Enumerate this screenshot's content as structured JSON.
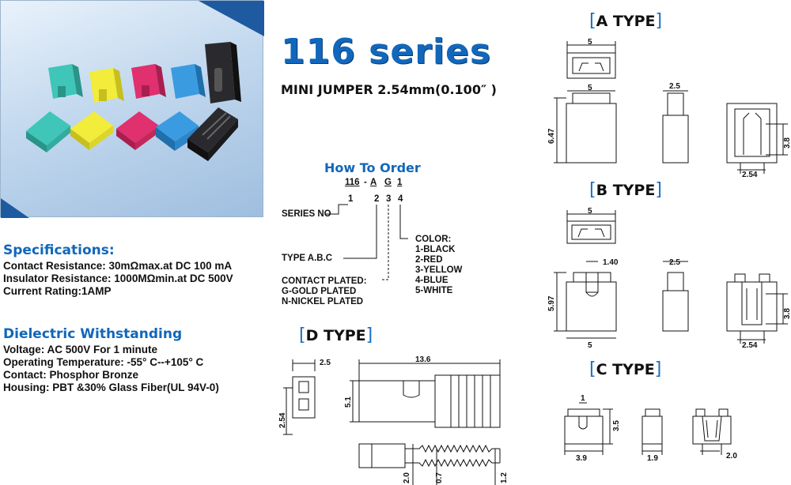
{
  "title": "116 series",
  "subtitle": "MINI JUMPER 2.54mm(0.100″ )",
  "specifications": {
    "heading": "Specifications:",
    "lines": [
      "Contact Resistance: 30mΩmax.at DC 100 mA",
      "Insulator Resistance: 1000MΩmin.at DC 500V",
      "Current Rating:1AMP"
    ]
  },
  "dielectric": {
    "heading": "Dielectric Withstanding",
    "lines": [
      "Voltage: AC 500V For 1 minute",
      "Operating Temperature: -55° C--+105° C",
      "Contact: Phosphor Bronze",
      "Housing: PBT &30% Glass Fiber(UL 94V-0)"
    ]
  },
  "how_to_order": {
    "heading": "How To Order",
    "code": [
      "116",
      "-",
      "A",
      "G",
      "1"
    ],
    "positions": [
      "1",
      "2",
      "3",
      "4"
    ],
    "series_no": "SERIES NO",
    "type_label": "TYPE A.B.C",
    "contact_plated": [
      "CONTACT PLATED:",
      "G-GOLD PLATED",
      "N-NICKEL PLATED"
    ],
    "color": [
      "COLOR:",
      "1-BLACK",
      "2-RED",
      "3-YELLOW",
      "4-BLUE",
      "5-WHITE"
    ]
  },
  "types": {
    "bracket_open": "[",
    "bracket_close": "]",
    "a": {
      "label": "A TYPE",
      "dims": {
        "top_width": "5",
        "front_width": "5",
        "height": "6.47",
        "side_width": "2.5",
        "pitch": "2.54",
        "depth": "3.8"
      }
    },
    "b": {
      "label": "B TYPE",
      "dims": {
        "top_width": "5",
        "slot": "1.40",
        "height": "5.97",
        "bottom_width": "5",
        "side_width": "2.5",
        "pitch": "2.54",
        "depth": "3.8"
      }
    },
    "c": {
      "label": "C TYPE",
      "dims": {
        "slot": "1",
        "height": "3.5",
        "width": "3.9",
        "side_width": "1.9",
        "pitch": "2.0"
      }
    },
    "d": {
      "label": "D TYPE",
      "dims": {
        "end_width": "2.5",
        "pitch": "2.54",
        "length": "13.6",
        "height": "5.1",
        "tail_a": "2.0",
        "tail_b": "0.7",
        "tail_c": "1.2"
      }
    }
  },
  "colors": {
    "brand_blue": "#1167bb",
    "bracket_blue": "#1a6fc0",
    "jumpers": [
      "#3fc6b8",
      "#f2ec3a",
      "#e0306e",
      "#3a9be0",
      "#1f1f22"
    ]
  }
}
